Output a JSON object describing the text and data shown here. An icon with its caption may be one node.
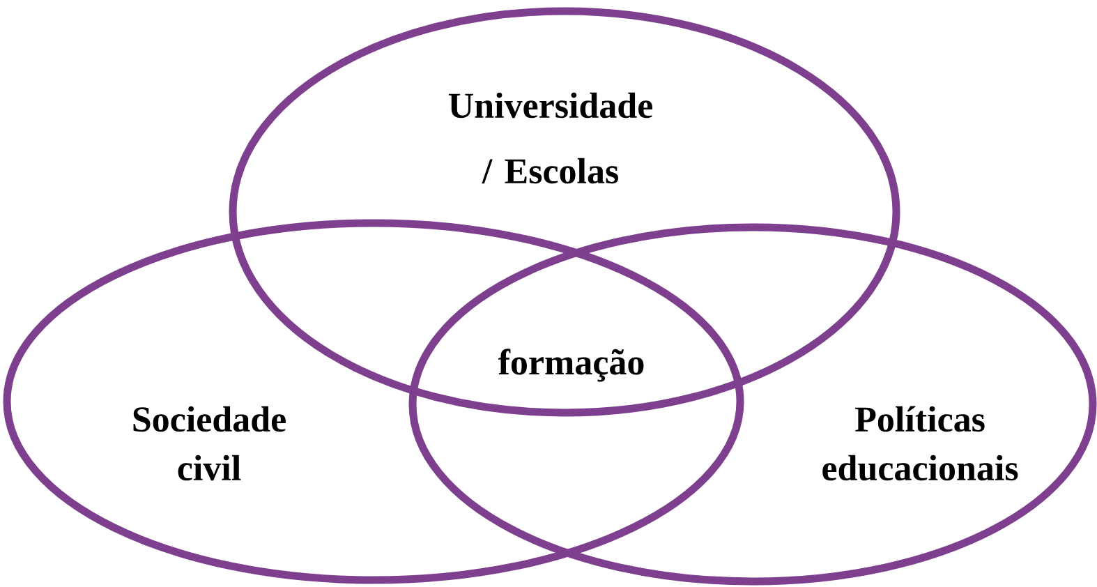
{
  "diagram": {
    "nodes": [
      {
        "text": [
          "Universidade / Escolas"
        ]
      },
      {
        "text": [
          "Sociedade civil"
        ]
      },
      {
        "text": [
          "Políticas educacionais"
        ]
      }
    ],
    "labels": [
      "formação"
    ]
  }
}
